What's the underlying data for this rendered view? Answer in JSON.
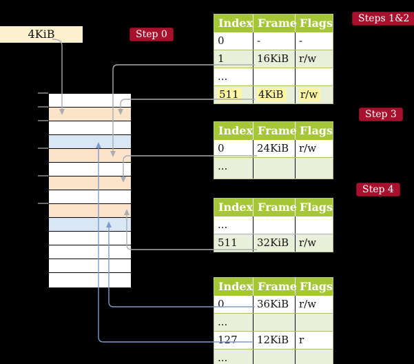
{
  "frame_label": {
    "text": "4KiB"
  },
  "badges": [
    {
      "id": "step0",
      "label": "Step 0"
    },
    {
      "id": "steps12",
      "label": "Steps 1&2"
    },
    {
      "id": "step3",
      "label": "Step 3"
    },
    {
      "id": "step4",
      "label": "Step 4"
    }
  ],
  "memory": {
    "rows": [
      {
        "kind": "free"
      },
      {
        "kind": "table-frame"
      },
      {
        "kind": "free"
      },
      {
        "kind": "data-frame"
      },
      {
        "kind": "table-frame"
      },
      {
        "kind": "free"
      },
      {
        "kind": "table-frame"
      },
      {
        "kind": "free"
      },
      {
        "kind": "table-frame"
      },
      {
        "kind": "data-frame"
      },
      {
        "kind": "free"
      },
      {
        "kind": "free"
      },
      {
        "kind": "free"
      },
      {
        "kind": "free"
      }
    ],
    "tick_count": 6
  },
  "tables": [
    {
      "id": "page-table-level1",
      "headers": [
        "Index",
        "Frame",
        "Flags"
      ],
      "rows": [
        {
          "cells": [
            "0",
            "-",
            "-"
          ],
          "shaded": false,
          "highlight": false
        },
        {
          "cells": [
            "1",
            "16KiB",
            "r/w"
          ],
          "shaded": true,
          "highlight": false
        },
        {
          "cells": [
            "...",
            "",
            ""
          ],
          "shaded": false,
          "highlight": false
        },
        {
          "cells": [
            "511",
            "4KiB",
            "r/w"
          ],
          "shaded": true,
          "highlight": true
        }
      ]
    },
    {
      "id": "page-table-step3",
      "headers": [
        "Index",
        "Frame",
        "Flags"
      ],
      "rows": [
        {
          "cells": [
            "0",
            "24KiB",
            "r/w"
          ],
          "shaded": false,
          "highlight": false
        },
        {
          "cells": [
            "...",
            "",
            ""
          ],
          "shaded": true,
          "highlight": false
        }
      ]
    },
    {
      "id": "page-table-step4",
      "headers": [
        "Index",
        "Frame",
        "Flags"
      ],
      "rows": [
        {
          "cells": [
            "...",
            "",
            ""
          ],
          "shaded": false,
          "highlight": false
        },
        {
          "cells": [
            "511",
            "32KiB",
            "r/w"
          ],
          "shaded": true,
          "highlight": false
        }
      ]
    },
    {
      "id": "page-table-final",
      "headers": [
        "Index",
        "Frame",
        "Flags"
      ],
      "rows": [
        {
          "cells": [
            "0",
            "36KiB",
            "r/w"
          ],
          "shaded": false,
          "highlight": false
        },
        {
          "cells": [
            "...",
            "",
            ""
          ],
          "shaded": true,
          "highlight": false
        },
        {
          "cells": [
            "127",
            "12KiB",
            "r"
          ],
          "shaded": false,
          "highlight": false
        },
        {
          "cells": [
            "...",
            "",
            ""
          ],
          "shaded": true,
          "highlight": false
        }
      ]
    }
  ],
  "connectors": [
    {
      "from": "4KiB label",
      "to": "frame 4KiB",
      "style": "gray",
      "direction": "down"
    },
    {
      "from": "L1 entry 1 (16KiB)",
      "to": "frame 16KiB",
      "style": "gray",
      "direction": "down"
    },
    {
      "from": "L1 entry 511 (4KiB)",
      "to": "frame 4KiB",
      "style": "gray",
      "direction": "down"
    },
    {
      "from": "Step3 entry 0 (24KiB)",
      "to": "frame 24KiB",
      "style": "gray",
      "direction": "down"
    },
    {
      "from": "Step4 entry 511 (32KiB)",
      "to": "frame 32KiB",
      "style": "gray",
      "direction": "up"
    },
    {
      "from": "final entry 0 (36KiB)",
      "to": "frame 36KiB",
      "style": "blue",
      "direction": "up"
    },
    {
      "from": "final entry 127 (12KiB)",
      "to": "frame 12KiB",
      "style": "blue",
      "direction": "up"
    }
  ],
  "colors": {
    "badge_red": "#a8112e",
    "header_green": "#a5c637",
    "shaded_row_green": "#e9efd9",
    "highlight_yellow": "#fdf7a3",
    "table_frame_peach": "#fce4cb",
    "data_frame_blue": "#d9e6f4",
    "root_label_cream": "#fcf0cf",
    "arrow_gray": "#a9aeb4",
    "arrow_blue": "#7b9cce"
  }
}
